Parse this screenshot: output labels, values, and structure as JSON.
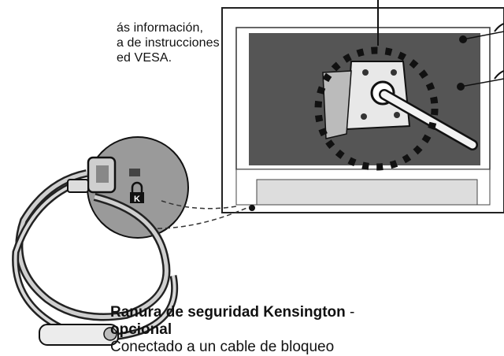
{
  "intro": {
    "lines": [
      "ás información,",
      "a de instrucciones de",
      "ed VESA."
    ]
  },
  "caption": {
    "title": "Ranura de seguridad Kensington",
    "dash": "-",
    "title_cont": "opcional",
    "next_text": "Conectado a un cable de bloqueo"
  },
  "icons": {
    "lock": "kensington-lock-icon",
    "cable": "security-cable-icon",
    "monitor": "monitor-back-icon"
  }
}
